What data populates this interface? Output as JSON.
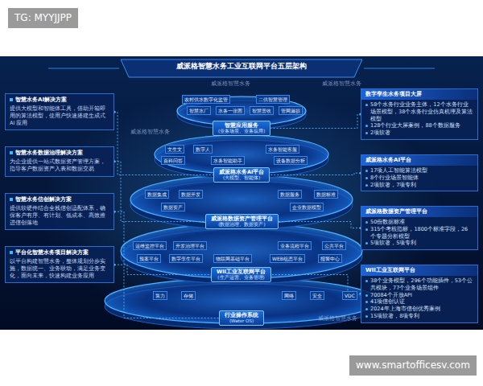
{
  "diagram": {
    "title": "威派格智慧水务工业互联网平台五层架构",
    "nodes": [
      {
        "text": [
          "智慧水务AI解决方案",
          "提供大模型和智能体工具，借助开箱即用的算法模型，使用户快速搭建生成式 AI 应用"
        ]
      },
      {
        "text": [
          "智慧水务数据治理解决方案",
          "为企业提供一站式数据资产管理方案，指导客户数据资产入表和数据交易"
        ]
      },
      {
        "text": [
          "智慧水务信创解决方案",
          "提供软硬件结合全栈信创适配体系，确保客户有序、有计划、低成本、高效推进信创落地"
        ]
      },
      {
        "text": [
          "平台化智慧水务项目解决方案",
          "以平台构建智慧水务，整体规划分步实施，数据统一、业务联动，满足业务变化，面向未来，快速构建业务应用"
        ]
      },
      {
        "text": [
          "数字孪生水务项目大屏",
          "58个水务行业业务主体，12个水务行业场景模型，38个水务行业仿真机理及算法模型",
          "128个行业大屏案例，88个数据服务",
          "2项软著"
        ]
      },
      {
        "text": [
          "威派格水务AI平台",
          "17项人工智能算法模型",
          "8个行业场景智能体",
          "2项软著，7项专利"
        ]
      },
      {
        "text": [
          "威派格数据资产管理平台",
          "50份数据标准",
          "315个考核指标，1800个标准字段，26个专题分析模型",
          "5项软著，5项专利"
        ]
      },
      {
        "text": [
          "WII工业互联网平台",
          "38个业务模型，296个功能插件，53个公共模块，77个业务场景组件",
          "70084个开放API",
          "41项信创认证",
          "2024年上海市信创优秀案例",
          "15项软著，8项专利"
        ]
      },
      {
        "text": [
          "智慧应用服务",
          "(业务场景、业务应用)"
        ]
      },
      {
        "text": [
          "威派格水务AI平台",
          "(大模型、智能体)"
        ]
      },
      {
        "text": [
          "威派格数据资产管理平台",
          "(数据治理、数据资产)"
        ]
      },
      {
        "text": [
          "WII工业互联网平台",
          "(生产运营、业务管理)"
        ]
      },
      {
        "text": [
          "行业操作系统",
          "(Water OS)"
        ]
      },
      {
        "text": [
          "TG: MYYJJPP"
        ]
      },
      {
        "text": [
          "www.smartofficesv.com"
        ]
      }
    ],
    "edges": [
      {
        "from": 0,
        "to": 9,
        "arrow": "none"
      },
      {
        "from": 1,
        "to": 10,
        "arrow": "none"
      },
      {
        "from": 2,
        "to": 12,
        "arrow": "none"
      },
      {
        "from": 3,
        "to": 11,
        "arrow": "none"
      },
      {
        "from": 4,
        "to": 8,
        "arrow": "none"
      },
      {
        "from": 5,
        "to": 9,
        "arrow": "none"
      },
      {
        "from": 6,
        "to": 10,
        "arrow": "none"
      },
      {
        "from": 7,
        "to": 11,
        "arrow": "none"
      }
    ],
    "labels": [
      "农村供水数字化监管",
      "二供智慧管理",
      "智慧水厂",
      "水务一张图",
      "智慧营收",
      "管网漏损",
      "文生文",
      "数字人",
      "水务智能客服",
      "百科问答",
      "水务智能助手",
      "设备数据分析",
      "数据集成",
      "数据开发",
      "数据服务",
      "数据标准",
      "数据资产",
      "企业数据模型",
      "运维监控平台",
      "开发治理平台",
      "业务流程平台",
      "公共平台",
      "预案平台",
      "数字孪生平台",
      "物联网基础平台",
      "WEB组态平台",
      "报警中心",
      "算力",
      "存储",
      "网络",
      "安全",
      "VDC",
      "威派格智慧水务",
      "威派格智慧水务",
      "威派格智慧水务",
      "威派格智慧水务"
    ]
  }
}
